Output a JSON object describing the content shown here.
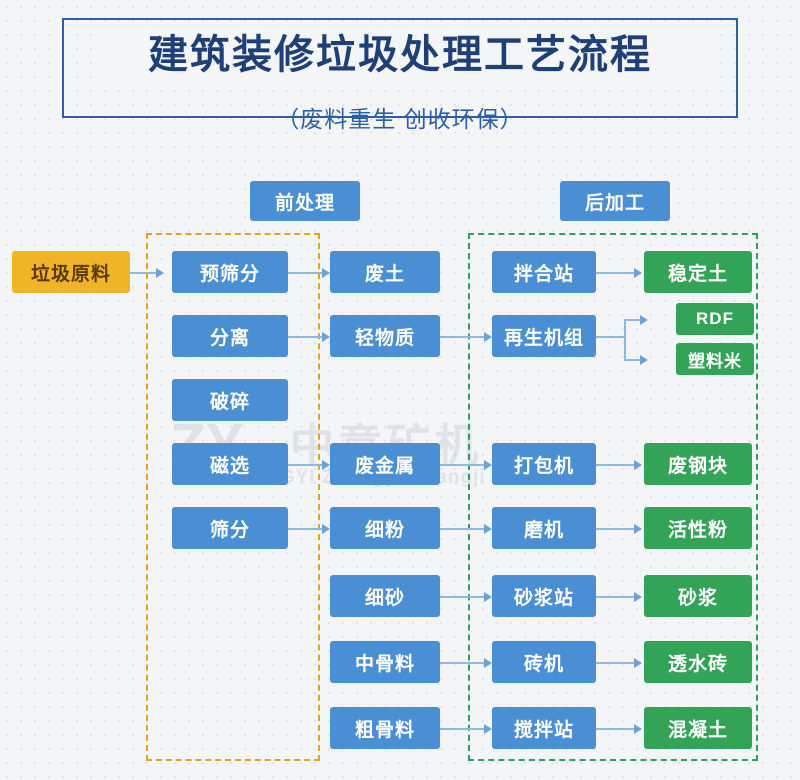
{
  "header": {
    "title": "建筑装修垃圾处理工艺流程",
    "subtitle": "（废料重生  创收环保）"
  },
  "watermark": {
    "cn": "中意矿机",
    "en": "ZHONGYI  Zhongyi Kuangji",
    "logo": "ZY"
  },
  "stages": [
    {
      "label": "前处理"
    },
    {
      "label": "后加工"
    }
  ],
  "input": {
    "label": "垃圾原料"
  },
  "nodes": {
    "process": [
      {
        "label": "预筛分"
      },
      {
        "label": "分离"
      },
      {
        "label": "破碎"
      },
      {
        "label": "磁选"
      },
      {
        "label": "筛分"
      }
    ],
    "materials": [
      {
        "label": "废土"
      },
      {
        "label": "轻物质"
      },
      {
        "label": "废金属"
      },
      {
        "label": "细粉"
      },
      {
        "label": "细砂"
      },
      {
        "label": "中骨料"
      },
      {
        "label": "粗骨料"
      }
    ],
    "post_process": [
      {
        "label": "拌合站"
      },
      {
        "label": "再生机组"
      },
      {
        "label": "打包机"
      },
      {
        "label": "磨机"
      },
      {
        "label": "砂浆站"
      },
      {
        "label": "砖机"
      },
      {
        "label": "搅拌站"
      }
    ],
    "products": [
      {
        "label": "稳定土"
      },
      {
        "label": "RDF"
      },
      {
        "label": "塑料米"
      },
      {
        "label": "废钢块"
      },
      {
        "label": "活性粉"
      },
      {
        "label": "砂浆"
      },
      {
        "label": "透水砖"
      },
      {
        "label": "混凝土"
      }
    ]
  },
  "colors": {
    "title": "#1f3f77",
    "blue": "#4a8fd4",
    "green": "#33a457",
    "orange": "#f0b429",
    "zone_pre": "#e0a32a",
    "zone_post": "#2aa162"
  }
}
